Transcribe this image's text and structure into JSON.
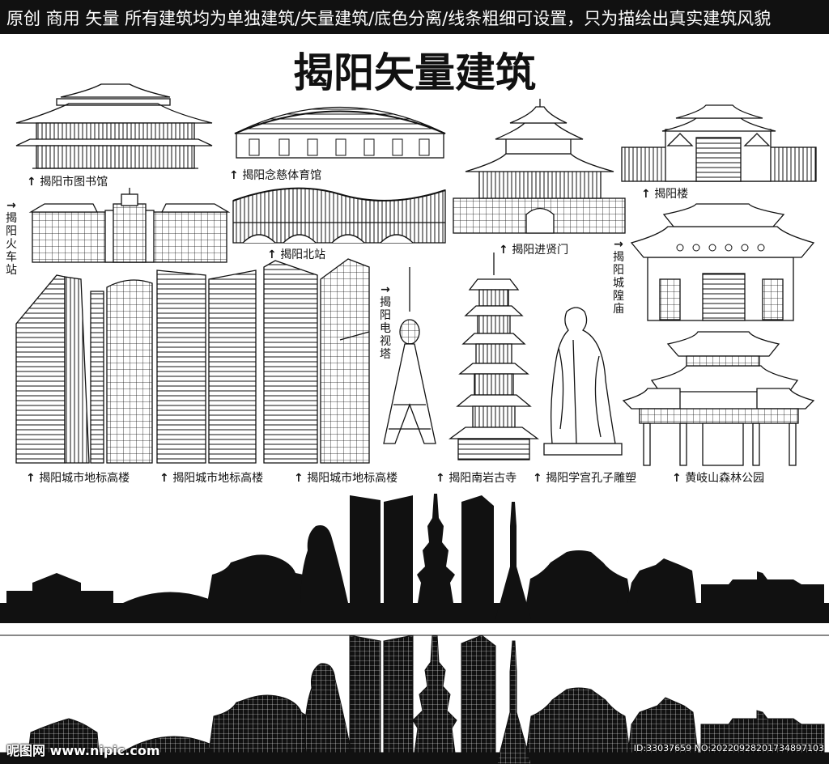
{
  "header": {
    "banner_text": "原创 商用 矢量 所有建筑均为单独建筑/矢量建筑/底色分离/线条粗细可设置，只为描绘出真实建筑风貌",
    "title": "揭阳矢量建筑"
  },
  "labels": {
    "library": "揭阳市图书馆",
    "gym": "揭阳念慈体育馆",
    "tower_building": "揭阳楼",
    "train_station": "揭阳火车站",
    "north_station": "揭阳北站",
    "jinxian_gate": "揭阳进贤门",
    "city_temple": "揭阳城隍庙",
    "tv_tower": "揭阳电视塔",
    "landmark_1": "揭阳城市地标高楼",
    "landmark_2": "揭阳城市地标高楼",
    "landmark_3": "揭阳城市地标高楼",
    "nanyan_temple": "揭阳南岩古寺",
    "confucius_statue": "揭阳学宫孔子雕塑",
    "huangqi_park": "黄岐山森林公园"
  },
  "watermark": {
    "left": "昵图网 www.nipic.com",
    "right": "ID:33037659 NO:20220928201734897103"
  },
  "colors": {
    "ink": "#111111",
    "banner_bg": "#111111",
    "banner_text": "#ffffff"
  }
}
